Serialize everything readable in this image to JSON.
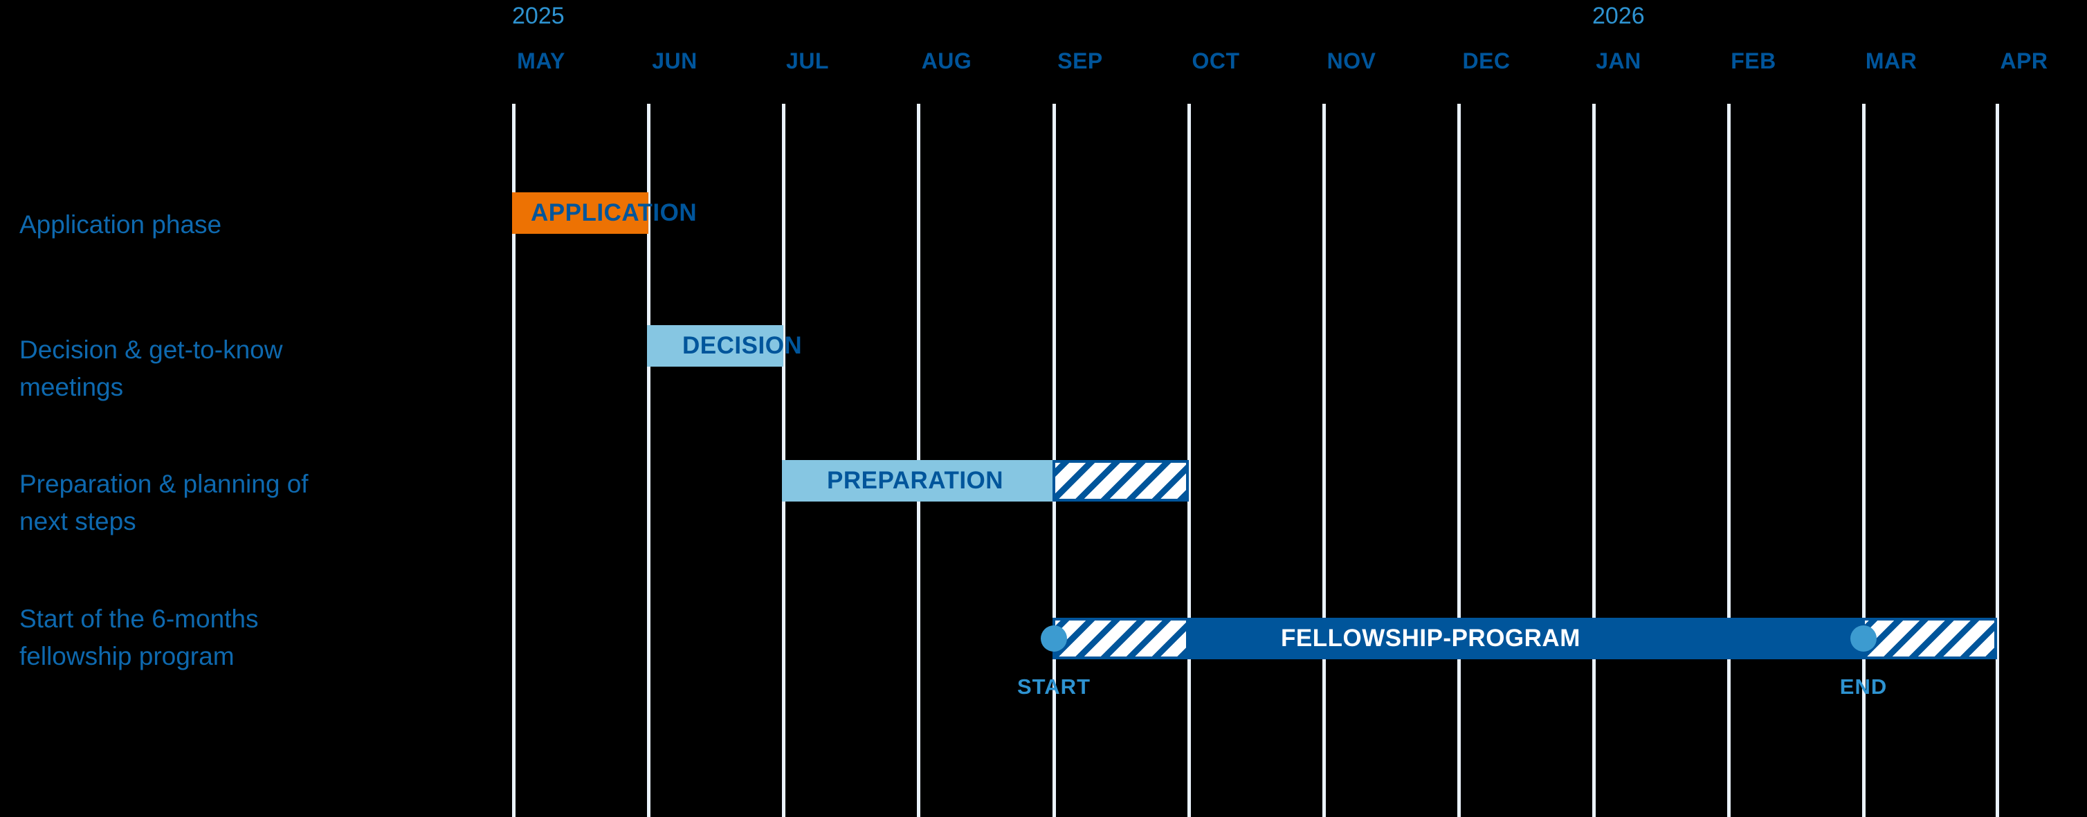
{
  "chart_data": {
    "type": "bar",
    "title": "",
    "subtitle": "",
    "xlabel": "",
    "ylabel": "",
    "orientation": "horizontal-gantt",
    "grid": true,
    "legend_position": "none",
    "axis": {
      "years": [
        {
          "label": "2025",
          "at_month": "MAY"
        },
        {
          "label": "2026",
          "at_month": "JAN"
        }
      ],
      "months": [
        "MAY",
        "JUN",
        "JUL",
        "AUG",
        "SEP",
        "OCT",
        "NOV",
        "DEC",
        "JAN",
        "FEB",
        "MAR",
        "APR"
      ]
    },
    "categories": [
      "Application phase",
      "Decision & get-to-know meetings",
      " Preparation & planning of next steps",
      "Start of the 6-months fellowship program"
    ],
    "series": [
      {
        "name": "Application phase",
        "bars": [
          {
            "label": "APPLICATION",
            "start_month": "MAY",
            "end_month": "JUN",
            "style": "solid",
            "color": "#ED7203",
            "text_color": "#00559B"
          }
        ]
      },
      {
        "name": "Decision & get-to-know meetings",
        "bars": [
          {
            "label": "DECISION",
            "start_month": "JUN",
            "end_month": "JUL",
            "style": "solid",
            "color": "#86C6E2",
            "text_color": "#00559B"
          }
        ]
      },
      {
        "name": " Preparation & planning of next steps",
        "bars": [
          {
            "label": "PREPARATION",
            "start_month": "JUL",
            "end_month": "SEP",
            "style": "solid",
            "color": "#86C6E2",
            "text_color": "#00559B"
          },
          {
            "label": "",
            "start_month": "SEP",
            "end_month": "OCT",
            "style": "hatched",
            "color": "#00559B",
            "text_color": ""
          }
        ]
      },
      {
        "name": "Start of the 6-months fellowship program",
        "bars": [
          {
            "label": "",
            "start_month": "SEP",
            "end_month": "OCT",
            "style": "hatched",
            "color": "#00559B",
            "text_color": ""
          },
          {
            "label": "FELLOWSHIP-PROGRAM",
            "start_month": "OCT",
            "end_month": "MAR",
            "style": "solid",
            "color": "#00559B",
            "text_color": "#FFFFFF"
          },
          {
            "label": "",
            "start_month": "MAR",
            "end_month": "APR",
            "style": "hatched",
            "color": "#00559B",
            "text_color": ""
          }
        ]
      }
    ],
    "milestones": [
      {
        "label": "START",
        "at_month": "SEP",
        "row": 3,
        "color": "#3C9BD0"
      },
      {
        "label": "END",
        "at_month": "MAR",
        "row": 3,
        "color": "#3C9BD0"
      }
    ]
  },
  "axis_header": {
    "year_2025": "2025",
    "year_2026": "2026",
    "month_may": "MAY",
    "month_jun": "JUN",
    "month_jul": "JUL",
    "month_aug": "AUG",
    "month_sep": "SEP",
    "month_oct": "OCT",
    "month_nov": "NOV",
    "month_dec": "DEC",
    "month_jan": "JAN",
    "month_feb": "FEB",
    "month_mar": "MAR",
    "month_apr": "APR"
  },
  "rows": {
    "row1_label": "Application phase",
    "row2_label": "Decision & get-to-know\nmeetings",
    "row3_label": " Preparation & planning of\nnext steps",
    "row4_label": "Start of the 6-months\nfellowship program"
  },
  "bars": {
    "application_label": "APPLICATION",
    "decision_label": "DECISION",
    "preparation_label": "PREPARATION",
    "fellowship_label": "FELLOWSHIP-PROGRAM"
  },
  "milestones": {
    "start_label": "START",
    "end_label": "END"
  },
  "colors": {
    "background": "#000000",
    "gridline": "#EAF2FB",
    "orange": "#ED7203",
    "light_blue": "#86C6E2",
    "dark_blue": "#00559B",
    "accent_blue": "#2E93D1",
    "marker_blue": "#3C9BD0",
    "row_label_blue": "#0E69AF",
    "white": "#FFFFFF"
  }
}
